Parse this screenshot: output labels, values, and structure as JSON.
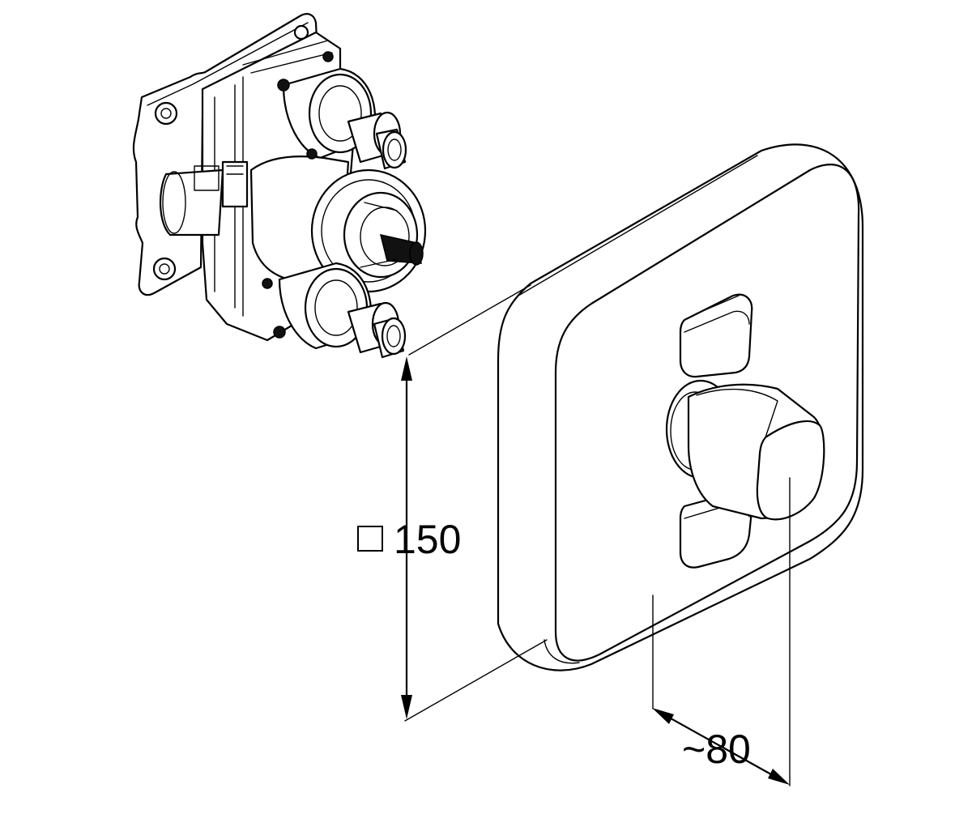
{
  "dimensions": {
    "height_label": "150",
    "depth_label": "~80"
  },
  "symbols": {
    "square_marker": "square-symbol"
  }
}
